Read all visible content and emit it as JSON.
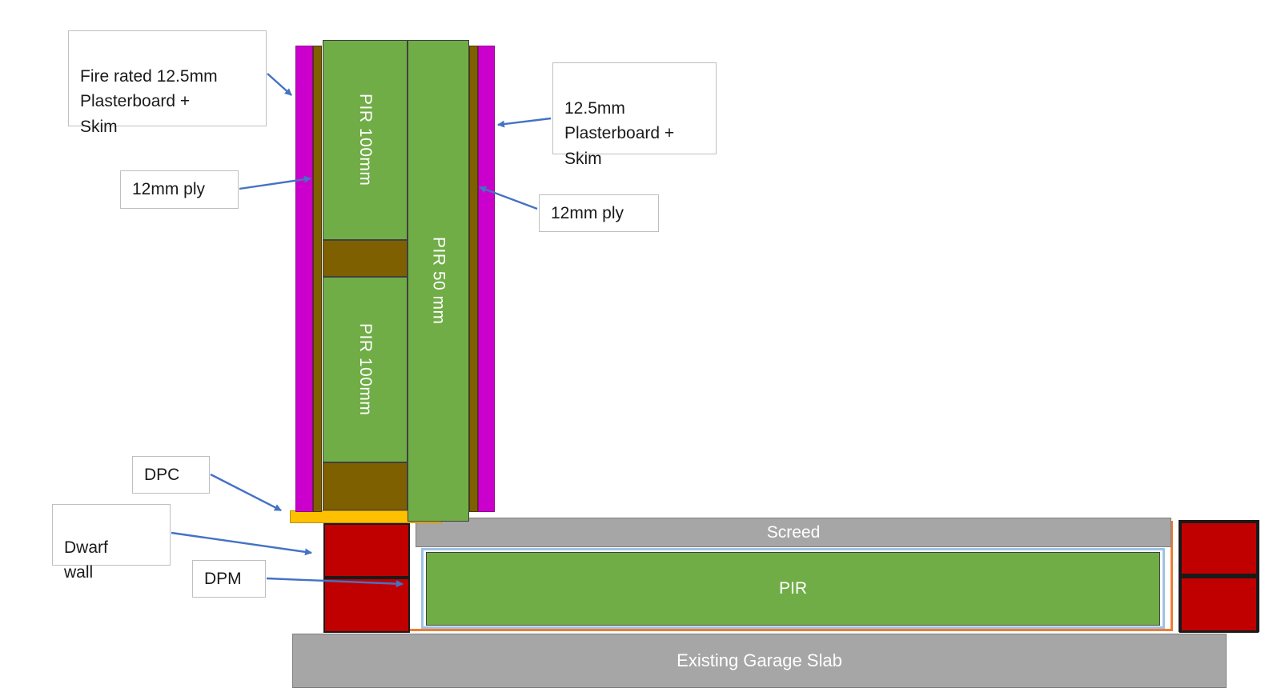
{
  "diagram": {
    "callouts": [
      {
        "id": "fire-rated-plasterboard",
        "text": "Fire rated 12.5mm\nPlasterboard +\nSkim"
      },
      {
        "id": "ply-left",
        "text": "12mm ply"
      },
      {
        "id": "plasterboard-right",
        "text": "12.5mm\nPlasterboard +\nSkim"
      },
      {
        "id": "ply-right",
        "text": "12mm ply"
      },
      {
        "id": "dpc",
        "text": "DPC"
      },
      {
        "id": "dwarf-wall",
        "text": "Dwarf\nwall"
      },
      {
        "id": "dpm",
        "text": "DPM"
      }
    ],
    "components": {
      "pir100_upper": "PIR 100mm",
      "pir100_lower": "PIR 100mm",
      "pir50": "PIR 50 mm",
      "screed": "Screed",
      "floor_pir": "PIR",
      "slab": "Existing Garage Slab"
    },
    "colors": {
      "pir_green": "#70AD47",
      "plasterboard_magenta": "#CC00CC",
      "ply_brown": "#7F6000",
      "brick_red": "#C00000",
      "concrete_gray": "#A6A6A6",
      "dpc_gold": "#FFC000",
      "dpm_blue": "#9DC3E6",
      "dpm_orange": "#ED7D31",
      "arrow_blue": "#4472C4"
    }
  }
}
